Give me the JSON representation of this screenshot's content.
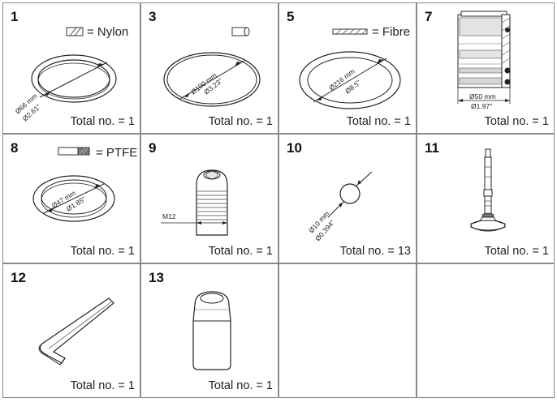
{
  "cells": [
    {
      "number": "1",
      "total": "Total no. = 1",
      "material": "= Nylon",
      "dim_mm": "Ø66 mm",
      "dim_in": "Ø2.61\""
    },
    {
      "number": "3",
      "total": "Total no. = 1",
      "dim_mm": "Ø190 mm",
      "dim_in": "Ø3.23\""
    },
    {
      "number": "5",
      "total": "Total no. = 1",
      "material": "= Fibre",
      "dim_mm": "Ø216 mm",
      "dim_in": "Ø8.5\""
    },
    {
      "number": "7",
      "total": "Total no. = 1",
      "dim_mm": "Ø50 mm",
      "dim_in": "Ø1.97\""
    },
    {
      "number": "8",
      "total": "Total no. = 1",
      "material": "= PTFE",
      "dim_mm": "Ø47 mm",
      "dim_in": "Ø1.85\""
    },
    {
      "number": "9",
      "total": "Total no. = 1",
      "thread": "M12"
    },
    {
      "number": "10",
      "total": "Total no. = 13",
      "dim_mm": "Ø10 mm",
      "dim_in": "Ø0.394\""
    },
    {
      "number": "11",
      "total": "Total no. = 1"
    },
    {
      "number": "12",
      "total": "Total no. = 1"
    },
    {
      "number": "13",
      "total": "Total no. = 1"
    }
  ],
  "colors": {
    "line": "#222222",
    "border": "#8a8a8a",
    "hatch": "#555555",
    "shade": "#d0d0d0"
  }
}
